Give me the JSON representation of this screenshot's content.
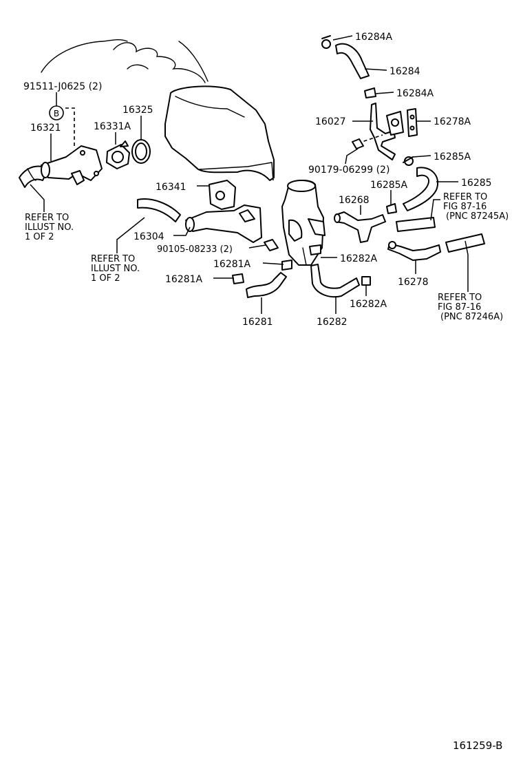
{
  "labels": {
    "p16284A_top": "16284A",
    "p16284": "16284",
    "p16284A_mid": "16284A",
    "p16027": "16027",
    "p16278A": "16278A",
    "p16285A_r": "16285A",
    "p90179": "90179-06299 (2)",
    "p16285A_c": "16285A",
    "p16285": "16285",
    "p16268": "16268",
    "p91511": "91511-J0625 (2)",
    "marker_b": "B",
    "p16325": "16325",
    "p16321": "16321",
    "p16331A": "16331A",
    "p16341": "16341",
    "p16304": "16304",
    "p90105": "90105-08233 (2)",
    "p16281A_a": "16281A",
    "p16282A_a": "16282A",
    "p16281A_b": "16281A",
    "p16278": "16278",
    "p16282A_b": "16282A",
    "p16281": "16281",
    "p16282": "16282"
  },
  "refs": {
    "left1": [
      "REFER TO",
      "ILLUST NO.",
      " 1 OF 2"
    ],
    "left2": [
      "REFER TO",
      "ILLUST NO.",
      " 1 OF 2"
    ],
    "fig_a": [
      "REFER  TO",
      "FIG 87-16",
      "(PNC  87245A)"
    ],
    "fig_b": [
      "REFER  TO",
      "FIG 87-16",
      "(PNC  87246A)"
    ]
  },
  "diagram_id": "161259-B"
}
